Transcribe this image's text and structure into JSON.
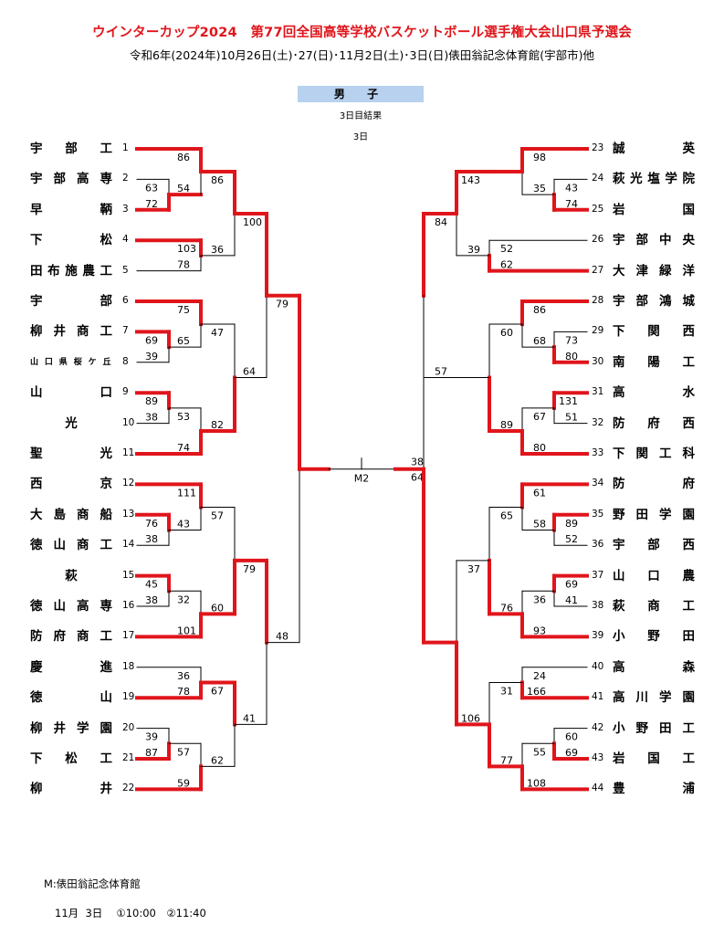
{
  "header": {
    "title": "ウインターカップ2024　第77回全国高等学校バスケットボール選手権大会山口県予選会",
    "subtitle": "令和6年(2024年)10月26日(土)･27(日)･11月2日(土)･3日(日)俵田翁記念体育館(宇部市)他",
    "gender": "男 子",
    "result_label": "3日目結果",
    "day_label": "3日"
  },
  "bracket": {
    "left_teams": [
      {
        "seed": "1",
        "name": "宇　部　工"
      },
      {
        "seed": "2",
        "name": "宇部高専"
      },
      {
        "seed": "3",
        "name": "早　　鞆"
      },
      {
        "seed": "4",
        "name": "下　　松"
      },
      {
        "seed": "5",
        "name": "田布施農工"
      },
      {
        "seed": "6",
        "name": "宇　　部"
      },
      {
        "seed": "7",
        "name": "柳井商工"
      },
      {
        "seed": "8",
        "name": "山口県桜ケ丘"
      },
      {
        "seed": "9",
        "name": "山　　口"
      },
      {
        "seed": "10",
        "name": "光"
      },
      {
        "seed": "11",
        "name": "聖　　光"
      },
      {
        "seed": "12",
        "name": "西　　京"
      },
      {
        "seed": "13",
        "name": "大島商船"
      },
      {
        "seed": "14",
        "name": "徳山商工"
      },
      {
        "seed": "15",
        "name": "萩"
      },
      {
        "seed": "16",
        "name": "徳山高専"
      },
      {
        "seed": "17",
        "name": "防府商工"
      },
      {
        "seed": "18",
        "name": "慶　　進"
      },
      {
        "seed": "19",
        "name": "徳　　山"
      },
      {
        "seed": "20",
        "name": "柳井学園"
      },
      {
        "seed": "21",
        "name": "下　松　工"
      },
      {
        "seed": "22",
        "name": "柳　　井"
      }
    ],
    "right_teams": [
      {
        "seed": "23",
        "name": "誠　　英"
      },
      {
        "seed": "24",
        "name": "萩光塩学院"
      },
      {
        "seed": "25",
        "name": "岩　　国"
      },
      {
        "seed": "26",
        "name": "宇部中央"
      },
      {
        "seed": "27",
        "name": "大津緑洋"
      },
      {
        "seed": "28",
        "name": "宇部鴻城"
      },
      {
        "seed": "29",
        "name": "下　関　西"
      },
      {
        "seed": "30",
        "name": "南　陽　工"
      },
      {
        "seed": "31",
        "name": "高　　水"
      },
      {
        "seed": "32",
        "name": "防　府　西"
      },
      {
        "seed": "33",
        "name": "下関工科"
      },
      {
        "seed": "34",
        "name": "防　　府"
      },
      {
        "seed": "35",
        "name": "野田学園"
      },
      {
        "seed": "36",
        "name": "宇　部　西"
      },
      {
        "seed": "37",
        "name": "山　口　農"
      },
      {
        "seed": "38",
        "name": "萩　商　工"
      },
      {
        "seed": "39",
        "name": "小　野　田"
      },
      {
        "seed": "40",
        "name": "高　　森"
      },
      {
        "seed": "41",
        "name": "高川学園"
      },
      {
        "seed": "42",
        "name": "小野田工"
      },
      {
        "seed": "43",
        "name": "岩　国　工"
      },
      {
        "seed": "44",
        "name": "豊　　浦"
      }
    ],
    "final_label": "M2",
    "scores": {
      "L1_a": "86",
      "L1_b": "54",
      "L2_a": "63",
      "L2_b": "72",
      "L3_a": "103",
      "L3_b": "78",
      "L4_a": "75",
      "L4_b": "65",
      "L5_a": "69",
      "L5_b": "39",
      "L6_a": "89",
      "L6_b": "38",
      "L7_a": "53",
      "L7_b": "74",
      "L8_a": "86",
      "L8_b": "36",
      "L9_a": "47",
      "L9_b": "82",
      "L10_a": "100",
      "L10_b": "64",
      "L11_a": "111",
      "L11_b": "43",
      "L12_a": "76",
      "L12_b": "38",
      "L13_a": "45",
      "L13_b": "38",
      "L14_a": "32",
      "L14_b": "101",
      "L15_a": "36",
      "L15_b": "78",
      "L16_a": "39",
      "L16_b": "87",
      "L17_a": "57",
      "L17_b": "59",
      "L18_a": "57",
      "L18_b": "60",
      "L19_a": "67",
      "L19_b": "62",
      "L20_a": "79",
      "L20_b": "41",
      "L21_a": "79",
      "L21_b": "48",
      "R1_a": "98",
      "R1_b": "35",
      "R2_a": "43",
      "R2_b": "74",
      "R3_a": "143",
      "R3_b": "39",
      "R4_a": "52",
      "R4_b": "62",
      "R5_a": "86",
      "R5_b": "68",
      "R6_a": "73",
      "R6_b": "80",
      "R7_a": "131",
      "R7_b": "51",
      "R8_a": "60",
      "R8_b": "89",
      "R9_a": "67",
      "R9_b": "80",
      "R10_a": "84",
      "R10_b": "57",
      "R11_a": "61",
      "R11_b": "58",
      "R12_a": "89",
      "R12_b": "52",
      "R13_a": "69",
      "R13_b": "41",
      "R14_a": "65",
      "R14_b": "76",
      "R15_a": "36",
      "R15_b": "93",
      "R16_a": "24",
      "R16_b": "166",
      "R17_a": "60",
      "R17_b": "69",
      "R18_a": "55",
      "R18_b": "108",
      "R19_a": "31",
      "R19_b": "77",
      "R20_a": "37",
      "R20_b": "106",
      "R21_a": "38",
      "R21_b": "64"
    }
  },
  "footer": {
    "venue": "M:俵田翁記念体育館",
    "times": "11月  3日　 ①10:00　②11:40"
  },
  "colors": {
    "win_line": "#e0151b",
    "loss_line": "#000000",
    "header_band": "#b7d1ee",
    "title": "#e0151b"
  }
}
